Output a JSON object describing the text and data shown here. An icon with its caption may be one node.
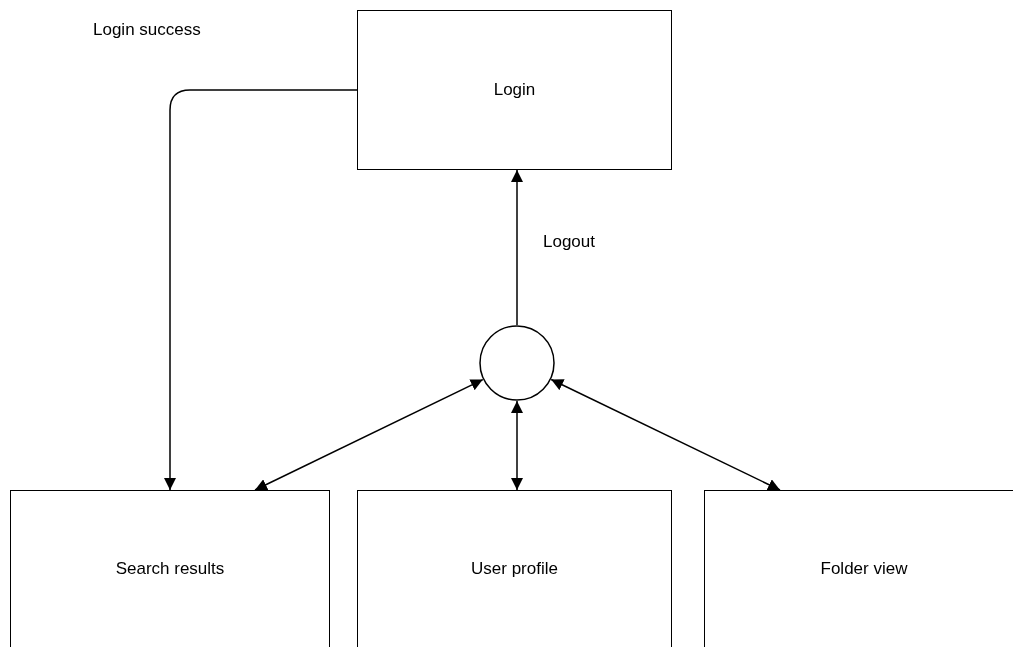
{
  "diagram": {
    "nodes": [
      {
        "text": [
          "Login"
        ]
      },
      {
        "text": [],
        "shape": "circle"
      },
      {
        "text": [
          "Search results"
        ]
      },
      {
        "text": [
          "User profile"
        ]
      },
      {
        "text": [
          "Folder view"
        ]
      }
    ],
    "edges": [
      {
        "from": 0,
        "to": 2,
        "arrow": "to",
        "label": "Login success"
      },
      {
        "from": 1,
        "to": 0,
        "arrow": "to",
        "label": "Logout"
      },
      {
        "from": 1,
        "to": 2,
        "arrow": "both"
      },
      {
        "from": 1,
        "to": 3,
        "arrow": "both"
      },
      {
        "from": 1,
        "to": 4,
        "arrow": "both"
      }
    ]
  }
}
